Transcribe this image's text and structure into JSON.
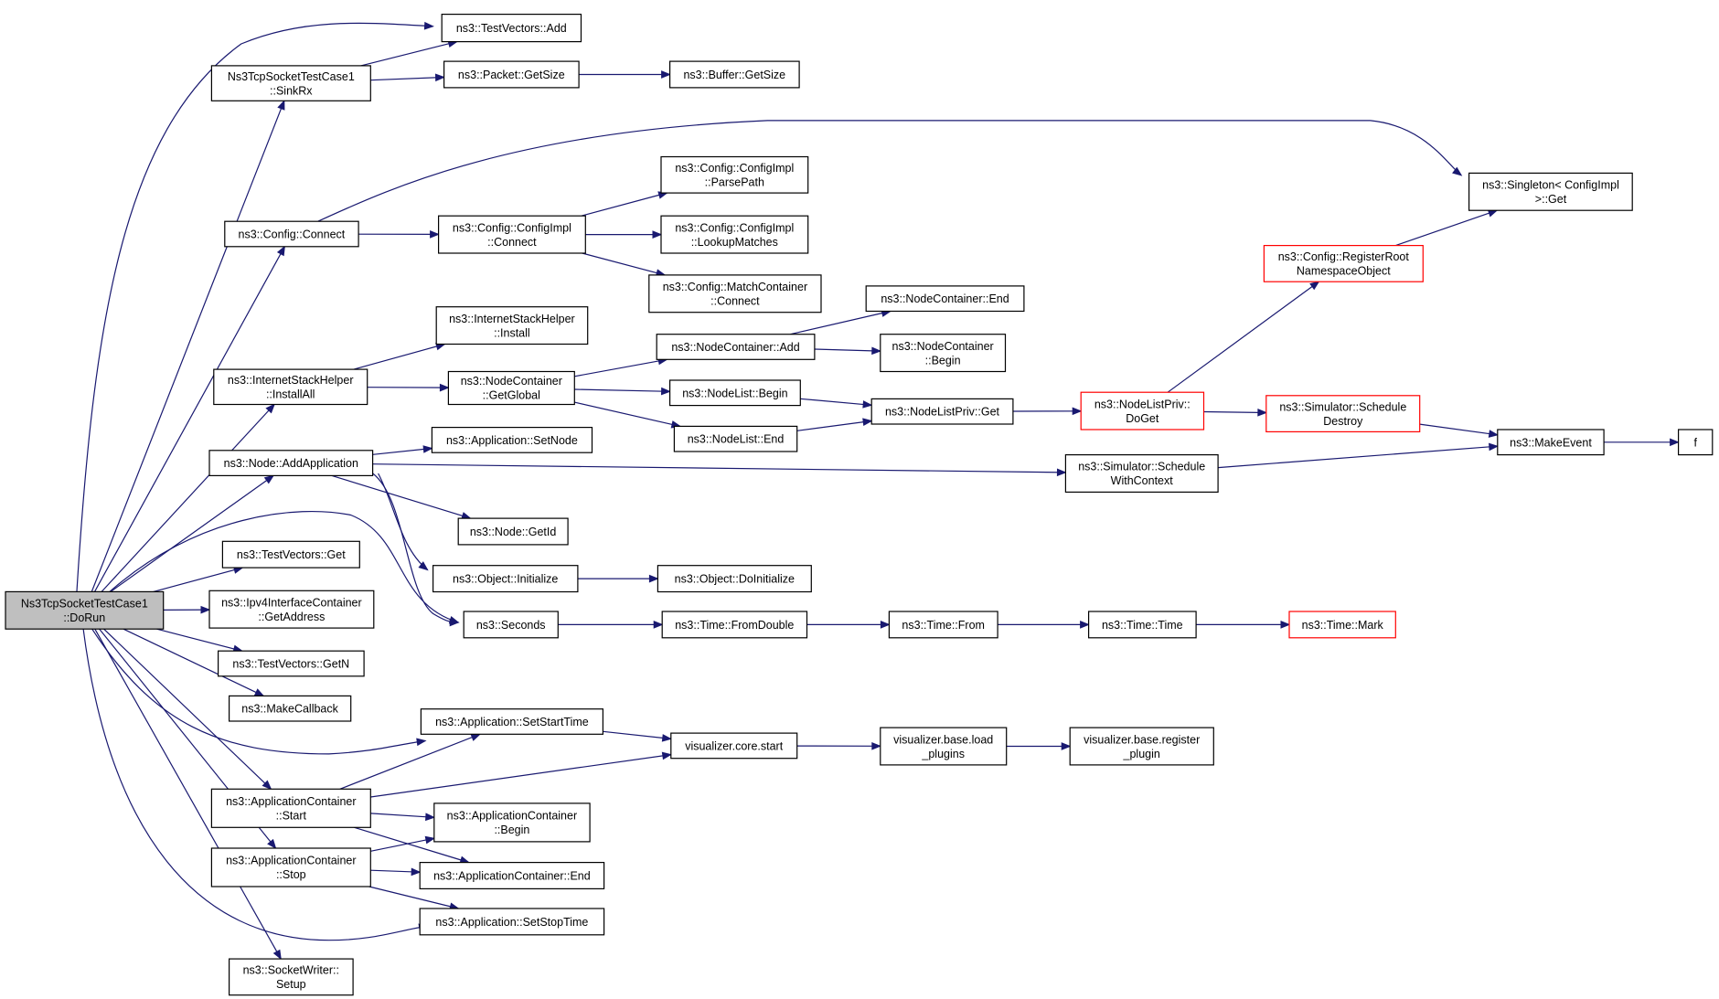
{
  "graph": {
    "colors": {
      "edge": "#191970",
      "node_border": "#000000",
      "root_fill": "#bfbfbf",
      "truncated_border": "#ff0000"
    },
    "nodes": [
      {
        "id": "dorun",
        "lines": [
          "Ns3TcpSocketTestCase1",
          "::DoRun"
        ],
        "root": true
      },
      {
        "id": "tv_add",
        "lines": [
          "ns3::TestVectors::Add"
        ]
      },
      {
        "id": "sinkrx",
        "lines": [
          "Ns3TcpSocketTestCase1",
          "::SinkRx"
        ]
      },
      {
        "id": "pkt_getsize",
        "lines": [
          "ns3::Packet::GetSize"
        ]
      },
      {
        "id": "buf_getsize",
        "lines": [
          "ns3::Buffer::GetSize"
        ]
      },
      {
        "id": "singleton_get",
        "lines": [
          "ns3::Singleton< ConfigImpl",
          ">::Get"
        ]
      },
      {
        "id": "cfg_connect",
        "lines": [
          "ns3::Config::Connect"
        ]
      },
      {
        "id": "cfgimpl_connect",
        "lines": [
          "ns3::Config::ConfigImpl",
          "::Connect"
        ]
      },
      {
        "id": "cfgimpl_parsepath",
        "lines": [
          "ns3::Config::ConfigImpl",
          "::ParsePath"
        ]
      },
      {
        "id": "cfgimpl_lookup",
        "lines": [
          "ns3::Config::ConfigImpl",
          "::LookupMatches"
        ]
      },
      {
        "id": "matchcontainer_connect",
        "lines": [
          "ns3::Config::MatchContainer",
          "::Connect"
        ]
      },
      {
        "id": "registerroot",
        "lines": [
          "ns3::Config::RegisterRoot",
          "NamespaceObject"
        ],
        "red": true
      },
      {
        "id": "nc_end",
        "lines": [
          "ns3::NodeContainer::End"
        ]
      },
      {
        "id": "ish_install",
        "lines": [
          "ns3::InternetStackHelper",
          "::Install"
        ]
      },
      {
        "id": "ish_installall",
        "lines": [
          "ns3::InternetStackHelper",
          "::InstallAll"
        ]
      },
      {
        "id": "nc_getglobal",
        "lines": [
          "ns3::NodeContainer",
          "::GetGlobal"
        ]
      },
      {
        "id": "nc_add",
        "lines": [
          "ns3::NodeContainer::Add"
        ]
      },
      {
        "id": "nc_begin",
        "lines": [
          "ns3::NodeContainer",
          "::Begin"
        ]
      },
      {
        "id": "nl_begin",
        "lines": [
          "ns3::NodeList::Begin"
        ]
      },
      {
        "id": "nl_end",
        "lines": [
          "ns3::NodeList::End"
        ]
      },
      {
        "id": "nlp_get",
        "lines": [
          "ns3::NodeListPriv::Get"
        ]
      },
      {
        "id": "nlp_doget",
        "lines": [
          "ns3::NodeListPriv::",
          "DoGet"
        ],
        "red": true
      },
      {
        "id": "sim_scheduledestroy",
        "lines": [
          "ns3::Simulator::Schedule",
          "Destroy"
        ],
        "red": true
      },
      {
        "id": "makeevent",
        "lines": [
          "ns3::MakeEvent"
        ]
      },
      {
        "id": "f",
        "lines": [
          "f"
        ]
      },
      {
        "id": "node_addapp",
        "lines": [
          "ns3::Node::AddApplication"
        ]
      },
      {
        "id": "app_setnode",
        "lines": [
          "ns3::Application::SetNode"
        ]
      },
      {
        "id": "sim_schedulewithcontext",
        "lines": [
          "ns3::Simulator::Schedule",
          "WithContext"
        ]
      },
      {
        "id": "node_getid",
        "lines": [
          "ns3::Node::GetId"
        ]
      },
      {
        "id": "obj_initialize",
        "lines": [
          "ns3::Object::Initialize"
        ]
      },
      {
        "id": "obj_doinitialize",
        "lines": [
          "ns3::Object::DoInitialize"
        ]
      },
      {
        "id": "tv_get",
        "lines": [
          "ns3::TestVectors::Get"
        ]
      },
      {
        "id": "ipv4_getaddress",
        "lines": [
          "ns3::Ipv4InterfaceContainer",
          "::GetAddress"
        ]
      },
      {
        "id": "seconds",
        "lines": [
          "ns3::Seconds"
        ]
      },
      {
        "id": "time_fromdouble",
        "lines": [
          "ns3::Time::FromDouble"
        ]
      },
      {
        "id": "time_from",
        "lines": [
          "ns3::Time::From"
        ]
      },
      {
        "id": "time_time",
        "lines": [
          "ns3::Time::Time"
        ]
      },
      {
        "id": "time_mark",
        "lines": [
          "ns3::Time::Mark"
        ],
        "red": true
      },
      {
        "id": "tv_getn",
        "lines": [
          "ns3::TestVectors::GetN"
        ]
      },
      {
        "id": "makecallback",
        "lines": [
          "ns3::MakeCallback"
        ]
      },
      {
        "id": "app_setstarttime",
        "lines": [
          "ns3::Application::SetStartTime"
        ]
      },
      {
        "id": "vis_core_start",
        "lines": [
          "visualizer.core.start"
        ]
      },
      {
        "id": "vis_load_plugins",
        "lines": [
          "visualizer.base.load",
          "_plugins"
        ]
      },
      {
        "id": "vis_register_plugin",
        "lines": [
          "visualizer.base.register",
          "_plugin"
        ]
      },
      {
        "id": "ac_start",
        "lines": [
          "ns3::ApplicationContainer",
          "::Start"
        ]
      },
      {
        "id": "ac_begin",
        "lines": [
          "ns3::ApplicationContainer",
          "::Begin"
        ]
      },
      {
        "id": "ac_stop",
        "lines": [
          "ns3::ApplicationContainer",
          "::Stop"
        ]
      },
      {
        "id": "ac_end",
        "lines": [
          "ns3::ApplicationContainer::End"
        ]
      },
      {
        "id": "app_setstoptime",
        "lines": [
          "ns3::Application::SetStopTime"
        ]
      },
      {
        "id": "socketwriter_setup",
        "lines": [
          "ns3::SocketWriter::",
          "Setup"
        ]
      }
    ],
    "edges": [
      [
        "dorun",
        "tv_add"
      ],
      [
        "dorun",
        "sinkrx"
      ],
      [
        "dorun",
        "cfg_connect"
      ],
      [
        "dorun",
        "ish_installall"
      ],
      [
        "dorun",
        "node_addapp"
      ],
      [
        "dorun",
        "seconds"
      ],
      [
        "dorun",
        "tv_get"
      ],
      [
        "dorun",
        "ipv4_getaddress"
      ],
      [
        "dorun",
        "tv_getn"
      ],
      [
        "dorun",
        "makecallback"
      ],
      [
        "dorun",
        "app_setstarttime"
      ],
      [
        "dorun",
        "ac_start"
      ],
      [
        "dorun",
        "ac_stop"
      ],
      [
        "dorun",
        "app_setstoptime"
      ],
      [
        "dorun",
        "socketwriter_setup"
      ],
      [
        "sinkrx",
        "tv_add"
      ],
      [
        "sinkrx",
        "pkt_getsize"
      ],
      [
        "pkt_getsize",
        "buf_getsize"
      ],
      [
        "cfg_connect",
        "singleton_get"
      ],
      [
        "cfg_connect",
        "cfgimpl_connect"
      ],
      [
        "cfgimpl_connect",
        "cfgimpl_parsepath"
      ],
      [
        "cfgimpl_connect",
        "cfgimpl_lookup"
      ],
      [
        "cfgimpl_connect",
        "matchcontainer_connect"
      ],
      [
        "registerroot",
        "singleton_get"
      ],
      [
        "ish_installall",
        "ish_install"
      ],
      [
        "ish_installall",
        "nc_getglobal"
      ],
      [
        "nc_getglobal",
        "nc_add"
      ],
      [
        "nc_getglobal",
        "nl_begin"
      ],
      [
        "nc_getglobal",
        "nl_end"
      ],
      [
        "nc_add",
        "nc_end"
      ],
      [
        "nc_add",
        "nc_begin"
      ],
      [
        "nl_begin",
        "nlp_get"
      ],
      [
        "nl_end",
        "nlp_get"
      ],
      [
        "nlp_get",
        "nlp_doget"
      ],
      [
        "nlp_doget",
        "registerroot"
      ],
      [
        "nlp_doget",
        "sim_scheduledestroy"
      ],
      [
        "sim_scheduledestroy",
        "makeevent"
      ],
      [
        "makeevent",
        "f"
      ],
      [
        "node_addapp",
        "app_setnode"
      ],
      [
        "node_addapp",
        "sim_schedulewithcontext"
      ],
      [
        "node_addapp",
        "node_getid"
      ],
      [
        "node_addapp",
        "obj_initialize"
      ],
      [
        "node_addapp",
        "seconds"
      ],
      [
        "sim_schedulewithcontext",
        "makeevent"
      ],
      [
        "obj_initialize",
        "obj_doinitialize"
      ],
      [
        "seconds",
        "time_fromdouble"
      ],
      [
        "time_fromdouble",
        "time_from"
      ],
      [
        "time_from",
        "time_time"
      ],
      [
        "time_time",
        "time_mark"
      ],
      [
        "app_setstarttime",
        "vis_core_start"
      ],
      [
        "vis_core_start",
        "vis_load_plugins"
      ],
      [
        "vis_load_plugins",
        "vis_register_plugin"
      ],
      [
        "ac_start",
        "app_setstarttime"
      ],
      [
        "ac_start",
        "vis_core_start"
      ],
      [
        "ac_start",
        "ac_begin"
      ],
      [
        "ac_start",
        "ac_end"
      ],
      [
        "ac_stop",
        "ac_begin"
      ],
      [
        "ac_stop",
        "ac_end"
      ],
      [
        "ac_stop",
        "app_setstoptime"
      ]
    ]
  }
}
